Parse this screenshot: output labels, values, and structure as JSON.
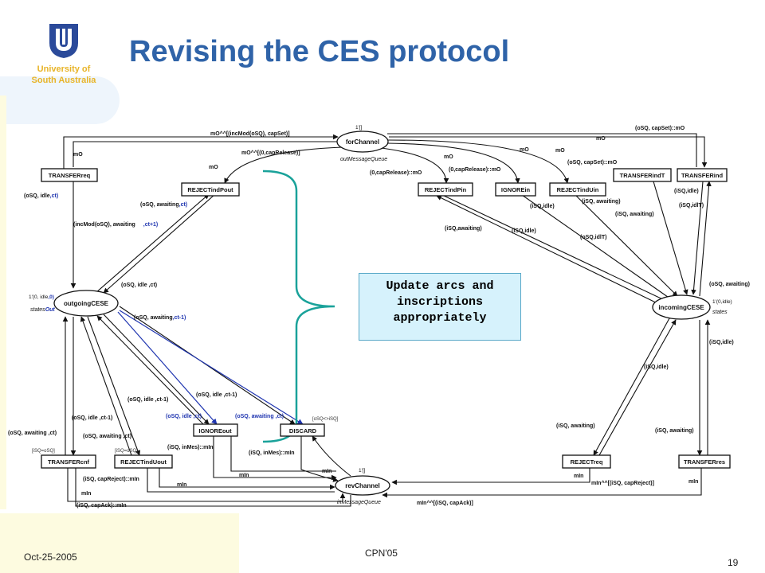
{
  "header": {
    "title": "Revising the CES protocol",
    "university_line1": "University of",
    "university_line2": "South Australia"
  },
  "callout": {
    "line1": "Update arcs and",
    "line2": "inscriptions",
    "line3": "appropriately"
  },
  "footer": {
    "date": "Oct-25-2005",
    "conference": "CPN'05",
    "page": "19"
  },
  "diagram": {
    "places": {
      "for_channel": "forChannel",
      "for_channel_type": "outMessageQueue",
      "rev_channel": "revChannel",
      "rev_channel_type": "inMessageQueue",
      "outgoing": "outgoingCESE",
      "incoming": "incomingCESE",
      "outgoing_states": "states",
      "outgoing_states_suffix": "Out",
      "incoming_states": "states"
    },
    "initial_markings": {
      "for_channel": "1'[]",
      "rev_channel": "1'[]",
      "outgoing_prefix": "1'(0, idle",
      "outgoing_suffix": ",0)",
      "incoming": "1'(0,idle)"
    },
    "transitions": {
      "transfer_req": "TRANSFERreq",
      "reject_ind_pout": "REJECTindPout",
      "reject_ind_pin": "REJECTindPin",
      "ignore_in": "IGNOREin",
      "reject_ind_uin": "REJECTindUin",
      "transfer_ind_t": "TRANSFERindT",
      "transfer_ind": "TRANSFERind",
      "ignore_out": "IGNOREout",
      "discard": "DISCARD",
      "transfer_cnf": "TRANSFERcnf",
      "reject_ind_uout": "REJECTindUout",
      "reject_req": "REJECTreq",
      "transfer_res": "TRANSFERres"
    },
    "guards": {
      "discard": "[oSQ<>iSQ]",
      "transfer_cnf": "[iSQ=oSQ]",
      "reject_ind_uout": "[iSQ=oSQ]"
    },
    "arcs": {
      "fc_in_top": "mO^^[(incMod(oSQ), capSet)]",
      "fc_in_cap_release": "mO^^[(0,capRelease)]",
      "fc_out_top_right": "(oSQ, capSet)::mO",
      "mo": "mO",
      "zero_cap_release": "(0,capRelease)::mO",
      "cap_release_mo": "(0,capRelease)::mO",
      "osq_capset_mo": "(oSQ, capSet)::mO",
      "osq_idle": "(oSQ, idle",
      "ct_close": ",ct)",
      "incmod_awaiting": "(incMod(oSQ), awaiting",
      "ct_plus": ",ct+1)",
      "osq_awaiting": "(oSQ, awaiting",
      "ct_close2": ",ct)",
      "osq_idle_ct": "(oSQ, idle ,ct)",
      "osq_awaiting_minus": "(oSQ, awaiting",
      "ct_minus": ",ct-1)",
      "osq_idle_ct_minus": "(oSQ, idle ,ct-1)",
      "osq_idle_ct_minus_b": "(oSQ, idle ,ct-1)",
      "osq_idle_ct_minus_c": "(oSQ, idle ,ct-1)",
      "osq_idle_blue": "(oSQ, idle ,ct)",
      "osq_awaiting_blue": "(oSQ, awaiting ,ct)",
      "osq_awaiting_ct": "(oSQ, awaiting ,ct)",
      "osq_awaiting_ct_b": "(oSQ, awaiting ,ct)",
      "isq_idle": "(iSQ,idle)",
      "isq_awaiting": "(iSQ, awaiting)",
      "isq_awaiting_b": "(iSQ,awaiting)",
      "isq_idlet": "(iSQ,idlT)",
      "osq_idlet": "(oSQ,idlT)",
      "osq_awaiting_r": "(oSQ, awaiting)",
      "isq_inmes_min": "(iSQ, inMes)::mIn",
      "isq_capreject_min": "(iSQ, capReject)::mIn",
      "isq_capack_min": "(iSQ, capAck)::mIn",
      "min": "mIn",
      "min_caprej": "mIn^^[(iSQ, capReject)]",
      "min_capack": "mIn^^[(iSQ, capAck)]"
    }
  }
}
